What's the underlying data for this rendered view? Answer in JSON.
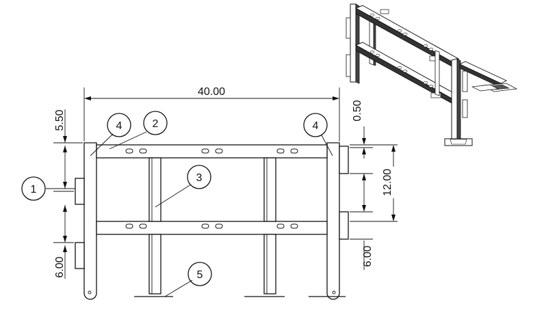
{
  "dimensions": {
    "overall_width": "40.00",
    "top_offset": "5.50",
    "rail_offset": "0.50",
    "rail_spacing": "12.00",
    "bottom_left": "6.00",
    "bottom_right": "6.00"
  },
  "balloons": {
    "b1": "1",
    "b2": "2",
    "b3": "3",
    "b4_left": "4",
    "b4_right": "4",
    "b5": "5"
  }
}
